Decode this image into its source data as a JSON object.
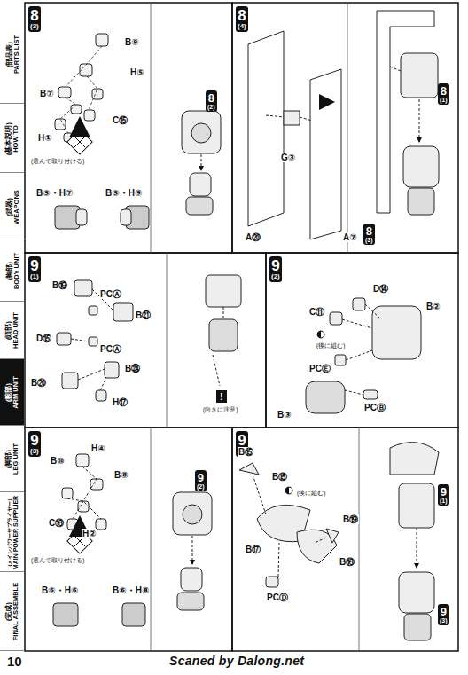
{
  "diagram": {
    "nodes": [
      {
        "text": [
          "(部品表)",
          "PARTS LIST"
        ]
      },
      {
        "text": [
          "(基本説明)",
          "HOW TO"
        ]
      },
      {
        "text": [
          "(武器)",
          "WEAPONS"
        ]
      },
      {
        "text": [
          "(胸部)",
          "BODY UNIT"
        ]
      },
      {
        "text": [
          "(頭部)",
          "HEAD UNIT"
        ]
      },
      {
        "text": [
          "(腕部)",
          "ARM UNIT"
        ]
      },
      {
        "text": [
          "(脚部)",
          "LEG UNIT"
        ]
      },
      {
        "text": [
          "(メインパワーサプライヤー)",
          "MAIN POWER SUPPLIER"
        ]
      },
      {
        "text": [
          "(完成)",
          "FINAL ASSEMBLE"
        ]
      },
      {
        "text": [
          "8",
          "(3)"
        ]
      },
      {
        "text": [
          "8",
          "(2)"
        ]
      },
      {
        "text": [
          "8",
          "(4)"
        ]
      },
      {
        "text": [
          "8",
          "(1)"
        ]
      },
      {
        "text": [
          "8",
          "(3)"
        ]
      },
      {
        "text": [
          "9",
          "(1)"
        ]
      },
      {
        "text": [
          "9",
          "(2)"
        ]
      },
      {
        "text": [
          "9",
          "(3)"
        ]
      },
      {
        "text": [
          "9",
          "(2)"
        ]
      },
      {
        "text": [
          "9",
          "(4)"
        ]
      },
      {
        "text": [
          "9",
          "(1)"
        ]
      },
      {
        "text": [
          "9",
          "(3)"
        ]
      }
    ],
    "labels": [
      "B⑨",
      "H⑤",
      "B⑦",
      "C⑮",
      "H①",
      "(選んで取り付ける)",
      "B⑤・H⑨",
      "B⑤・H⑦",
      "G③",
      "A⑳",
      "A⑦",
      "B⑲",
      "PCⒶ",
      "B㉑",
      "D⑮",
      "PCⒶ",
      "B⑳",
      "B㉔",
      "H⑰",
      "!",
      "(向きに注意)",
      "D⑭",
      "C⑪",
      "(後に組む)",
      "B②",
      "PCⒺ",
      "PCⒷ",
      "B③",
      "H④",
      "B⑩",
      "B⑧",
      "C⑯",
      "H②",
      "(選んで取り付ける)",
      "B⑥・H⑥",
      "B⑥・H⑧",
      "B⑮",
      "B⑮",
      "(後に組む)",
      "B⑲",
      "B⑰",
      "B⑯",
      "PCⒹ",
      "10",
      "Scaned by Dalong.net"
    ]
  }
}
